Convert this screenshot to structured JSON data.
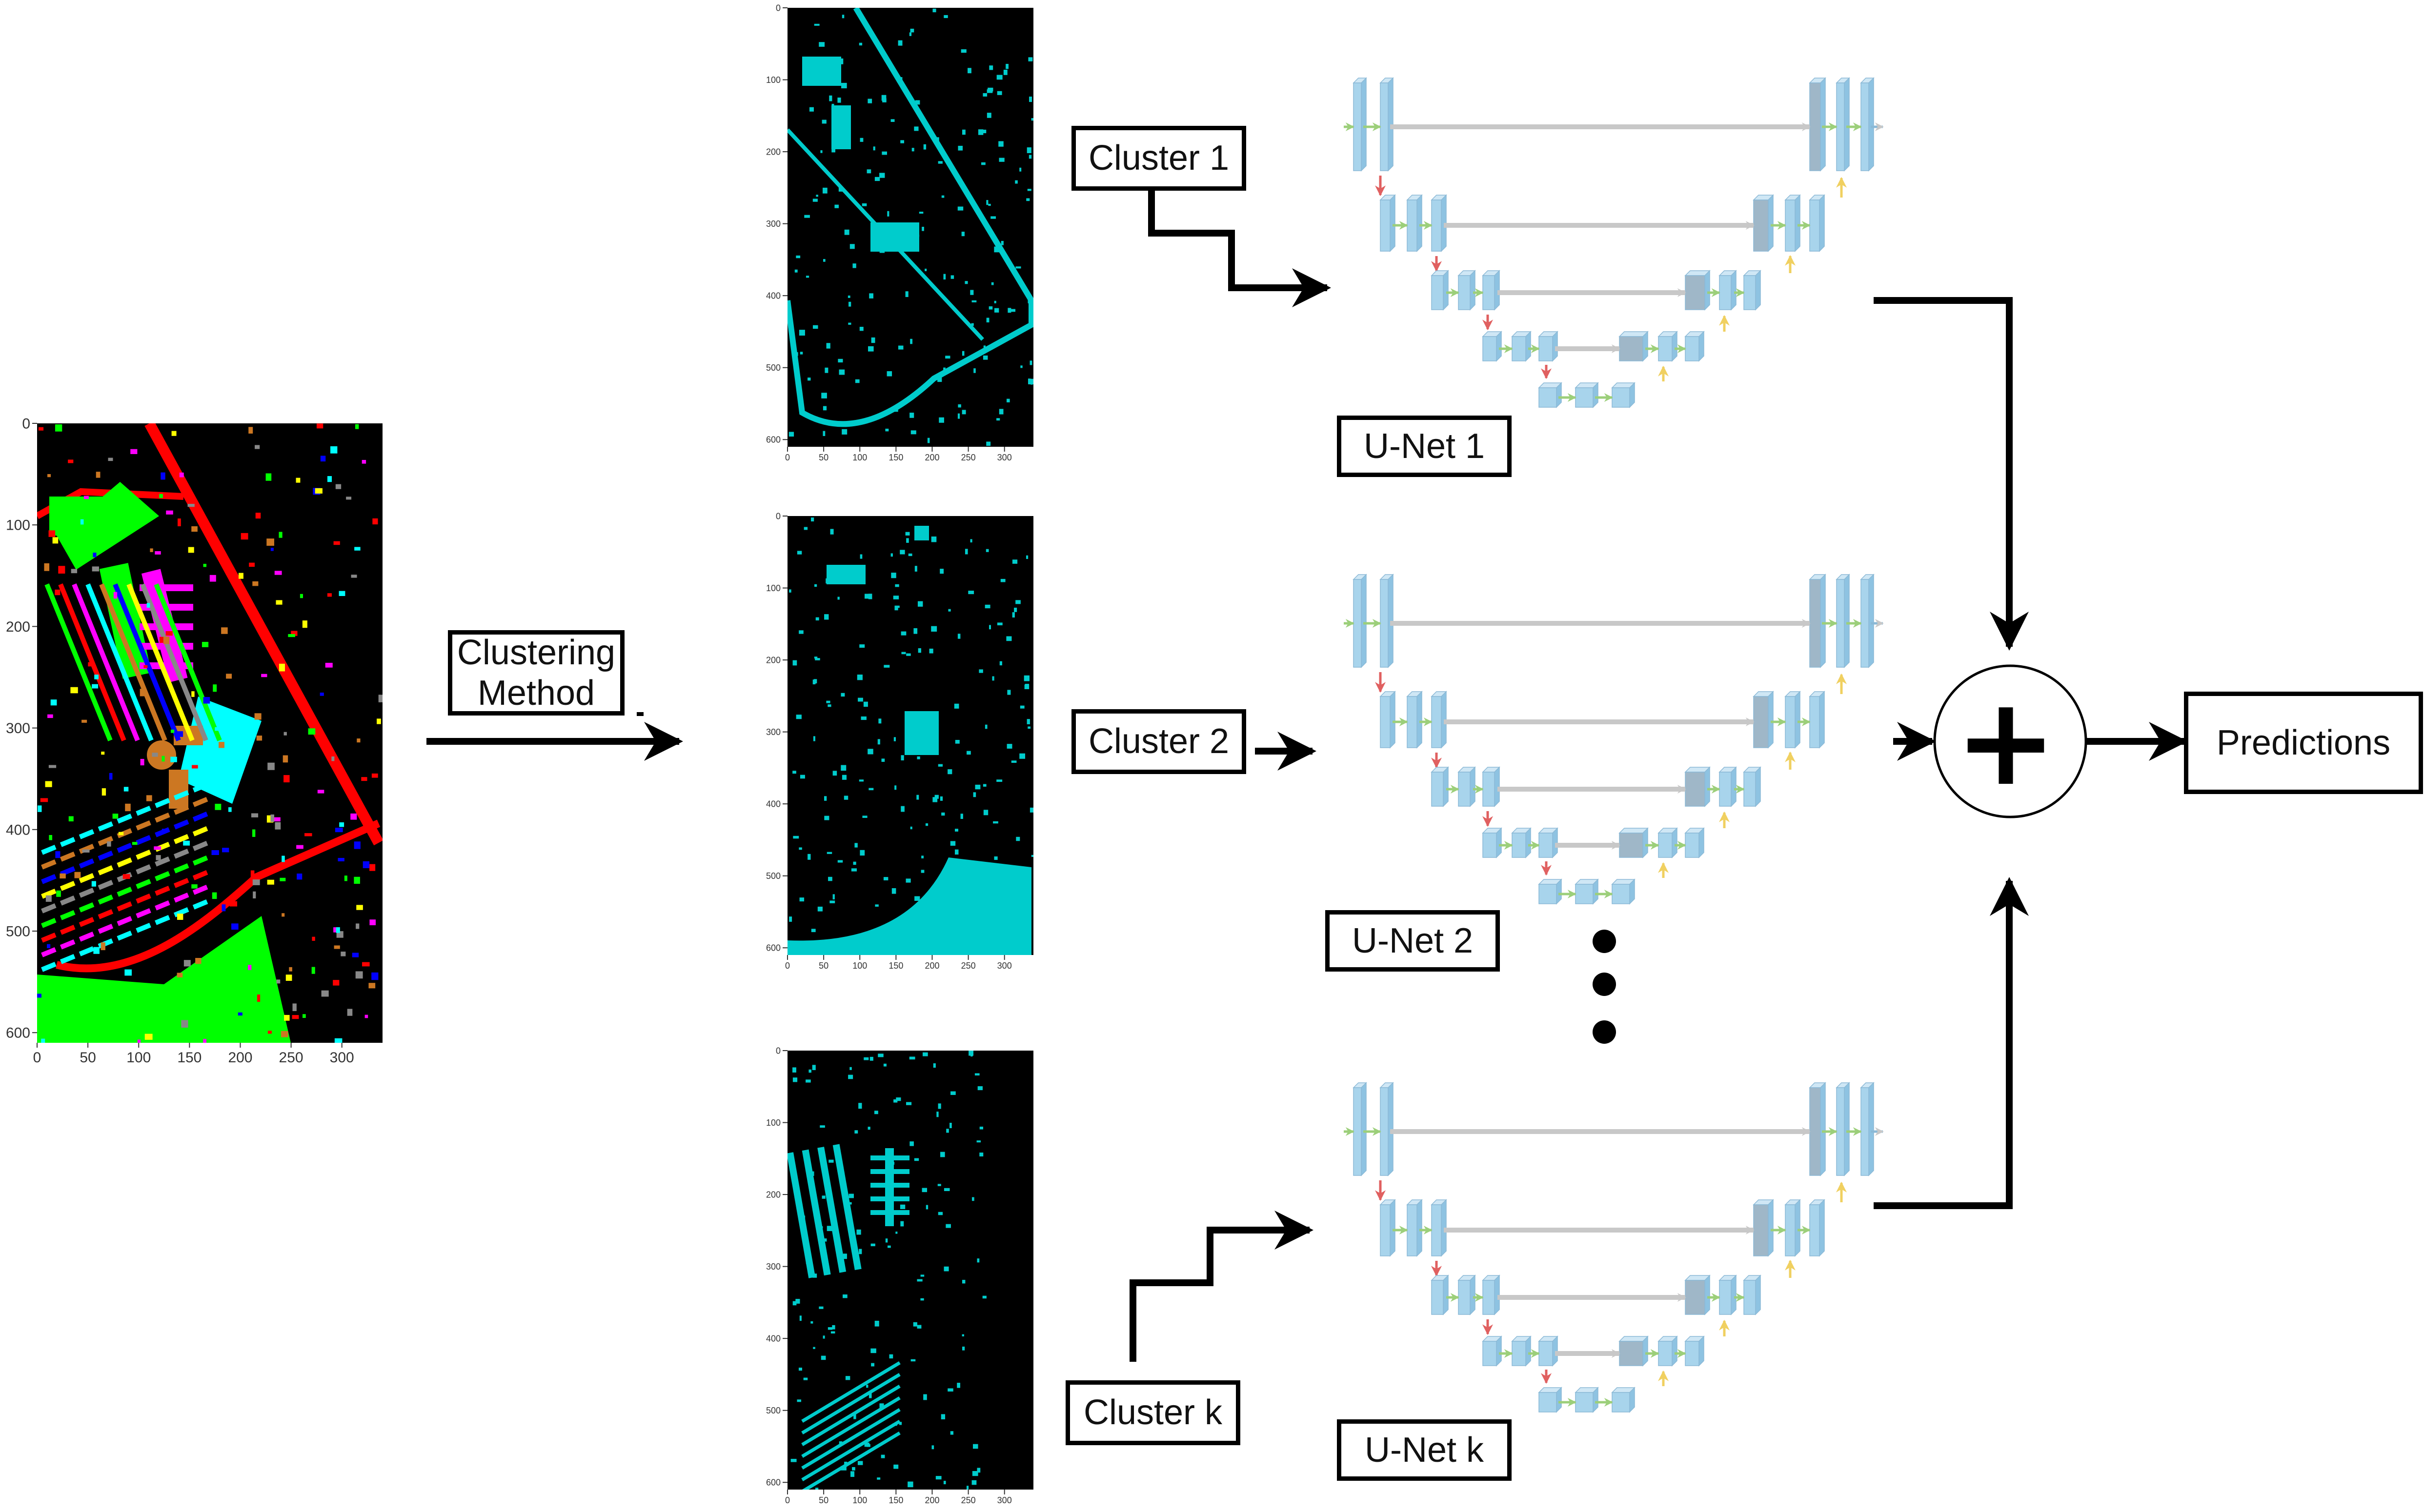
{
  "labels": {
    "clustering": "Clustering\nMethod",
    "cluster1": "Cluster 1",
    "cluster2": "Cluster 2",
    "clusterk": "Cluster k",
    "unet1": "U-Net 1",
    "unet2": "U-Net 2",
    "unetk": "U-Net k",
    "predictions": "Predictions",
    "combine_symbol": "+"
  },
  "colors": {
    "arrow": "#000000",
    "cluster_pixels": "#00cccc",
    "map_background": "#000000",
    "unet_block": "#a8d4ec",
    "unet_block_concat": "#9fb7c8",
    "unet_skip": "#c8c8c8",
    "unet_down_arrow": "#e06060",
    "unet_up_arrow": "#f0d060",
    "unet_conv_arrow": "#9ccf7a"
  },
  "input_map": {
    "x_ticks": [
      "0",
      "50",
      "100",
      "150",
      "200",
      "250",
      "300"
    ],
    "y_ticks": [
      "0",
      "100",
      "200",
      "300",
      "400",
      "500",
      "600"
    ],
    "class_colors": [
      "#00ff00",
      "#ff0000",
      "#ff00ff",
      "#00ffff",
      "#cc7722",
      "#0000ff",
      "#ffff00",
      "#888888"
    ]
  },
  "cluster_maps": [
    {
      "id": "cluster-1",
      "x_ticks": [
        "0",
        "50",
        "100",
        "150",
        "200",
        "250",
        "300"
      ],
      "y_ticks": [
        "0",
        "100",
        "200",
        "300",
        "400",
        "500",
        "600"
      ]
    },
    {
      "id": "cluster-2",
      "x_ticks": [
        "0",
        "50",
        "100",
        "150",
        "200",
        "250",
        "300"
      ],
      "y_ticks": [
        "0",
        "100",
        "200",
        "300",
        "400",
        "500",
        "600"
      ]
    },
    {
      "id": "cluster-k",
      "x_ticks": [
        "0",
        "50",
        "100",
        "150",
        "200",
        "250",
        "300"
      ],
      "y_ticks": [
        "0",
        "100",
        "200",
        "300",
        "400",
        "500",
        "600"
      ]
    }
  ],
  "continuation_dots": 3
}
